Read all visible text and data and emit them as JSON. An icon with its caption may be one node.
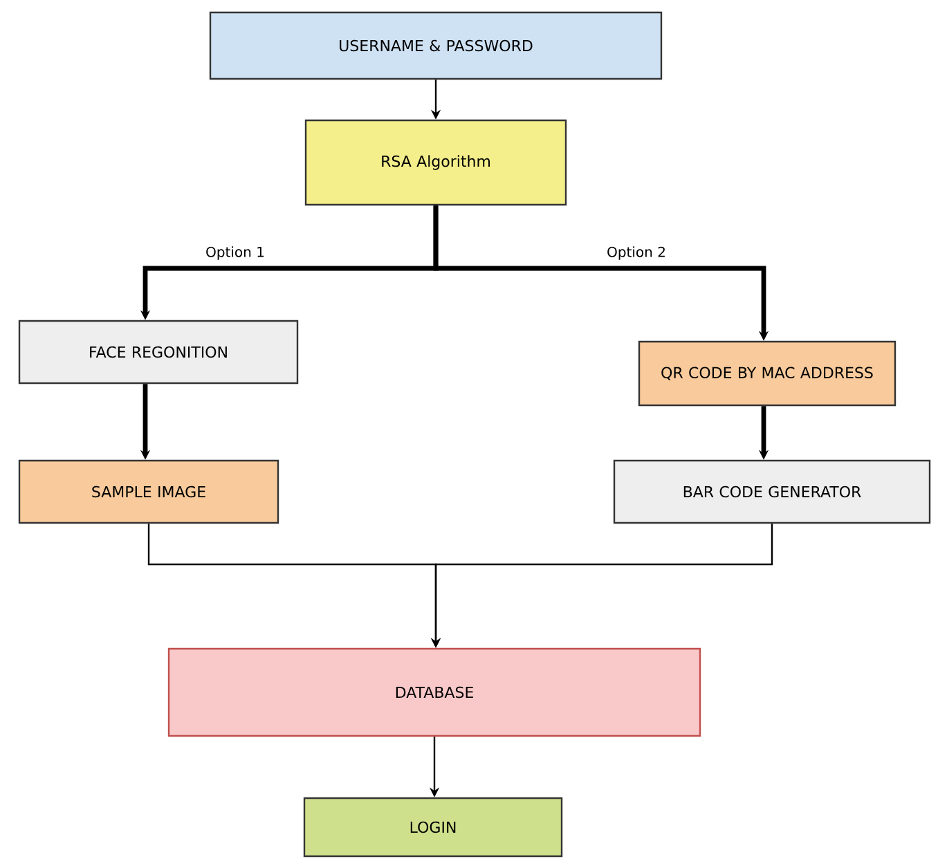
{
  "diagram": {
    "nodes": [
      {
        "text": [
          "USERNAME & PASSWORD"
        ]
      },
      {
        "text": [
          "RSA Algorithm"
        ]
      },
      {
        "text": [
          "FACE REGONITION"
        ]
      },
      {
        "text": [
          "QR CODE BY MAC ADDRESS"
        ]
      },
      {
        "text": [
          "SAMPLE IMAGE"
        ]
      },
      {
        "text": [
          "BAR CODE GENERATOR"
        ]
      },
      {
        "text": [
          "DATABASE"
        ]
      },
      {
        "text": [
          "LOGIN"
        ]
      }
    ],
    "edges": [
      {
        "from": 0,
        "to": 1,
        "arrow": "to"
      },
      {
        "from": 1,
        "to": 2,
        "arrow": "to",
        "label": "Option 1",
        "style": "thick"
      },
      {
        "from": 1,
        "to": 3,
        "arrow": "to",
        "label": "Option 2",
        "style": "thick"
      },
      {
        "from": 2,
        "to": 4,
        "arrow": "to",
        "style": "thick"
      },
      {
        "from": 3,
        "to": 5,
        "arrow": "to",
        "style": "thick"
      },
      {
        "from": 4,
        "to": 6,
        "arrow": "to"
      },
      {
        "from": 5,
        "to": 6,
        "arrow": "to"
      },
      {
        "from": 6,
        "to": 7,
        "arrow": "to"
      }
    ]
  }
}
